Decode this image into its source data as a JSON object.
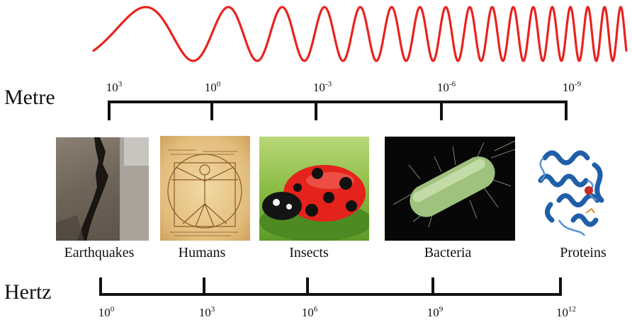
{
  "wave": {
    "color": "#e8231f"
  },
  "metre": {
    "title": "Metre",
    "ticks": [
      {
        "base": "10",
        "exp": "3"
      },
      {
        "base": "10",
        "exp": "0"
      },
      {
        "base": "10",
        "exp": "-3"
      },
      {
        "base": "10",
        "exp": "-6"
      },
      {
        "base": "10",
        "exp": "-9"
      }
    ]
  },
  "hertz": {
    "title": "Hertz",
    "ticks": [
      {
        "base": "10",
        "exp": "0"
      },
      {
        "base": "10",
        "exp": "3"
      },
      {
        "base": "10",
        "exp": "6"
      },
      {
        "base": "10",
        "exp": "9"
      },
      {
        "base": "10",
        "exp": "12"
      }
    ]
  },
  "items": [
    {
      "label": "Earthquakes",
      "image": "earthquake-crack"
    },
    {
      "label": "Humans",
      "image": "vitruvian-man-sketch"
    },
    {
      "label": "Insects",
      "image": "ladybug"
    },
    {
      "label": "Bacteria",
      "image": "bacterium"
    },
    {
      "label": "Proteins",
      "image": "protein-ribbon-structure"
    }
  ]
}
